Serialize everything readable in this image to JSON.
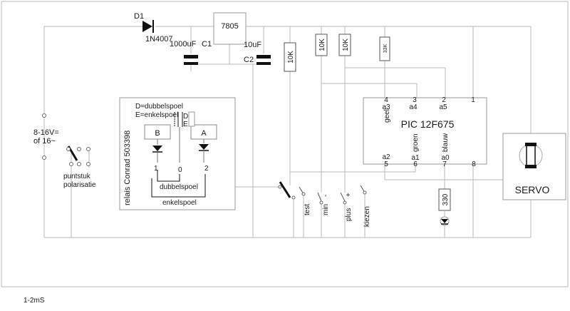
{
  "components": {
    "diode_ref": "D1",
    "diode_part": "1N4007",
    "regulator": "7805",
    "c1_value": "1000uF",
    "c1_ref": "C1",
    "c2_value": "10uF",
    "c2_ref": "C2",
    "r_10k_a": "10K",
    "r_10k_b": "10K",
    "r_10k_c": "10K",
    "r_33k": "33K",
    "r_330": "330"
  },
  "supply": {
    "voltage": "8-16V=",
    "voltage_alt": "of 16~"
  },
  "polarity": {
    "line1": "puntstuk",
    "line2": "polarisatie"
  },
  "relay": {
    "vertical_label": "relais Conrad 503398",
    "legend_d": "D=dubbelspoel",
    "legend_e": "E=enkelspoel",
    "coil_b": "B",
    "coil_a": "A",
    "pin_left": "1",
    "pin_mid": "0",
    "pin_right": "2",
    "jumper_d": "D",
    "jumper_e": "E",
    "bracket_double": "dubbelspoel",
    "bracket_single": "enkelspoel"
  },
  "pic": {
    "name": "PIC 12F675",
    "pin1": "1",
    "pin2": "2",
    "pin3": "3",
    "pin4": "4",
    "pin5": "5",
    "pin6": "6",
    "pin7": "7",
    "pin8": "8",
    "a3": "a3",
    "a4": "a4",
    "a5": "a5",
    "a2": "a2",
    "a1": "a1",
    "a0": "a0",
    "geel": "geel",
    "groen": "groen",
    "blauw": "blauw"
  },
  "buttons": {
    "test": "test",
    "min": "min",
    "plus": "plus",
    "kiezen": "kiezen",
    "min_sign": "-",
    "plus_sign": "+"
  },
  "servo": {
    "label": "SERVO"
  },
  "footer": {
    "pulse": "1-2mS"
  }
}
